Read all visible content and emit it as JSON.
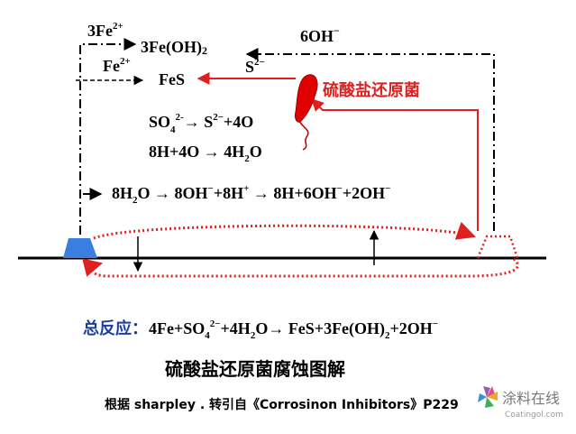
{
  "diagram": {
    "fe2_top": "3Fe",
    "fe2_top_sup": "2+",
    "fe_oh": "3Fe(OH)",
    "fe_oh_sub": "2",
    "oh6": "6OH",
    "oh6_sup": "−",
    "fe2_mid": "Fe",
    "fe2_mid_sup": "2+",
    "fes": "FeS",
    "s2": "S",
    "s2_sup": "2−",
    "bacteria_label": "硫酸盐还原菌",
    "eq1_a": "SO",
    "eq1_sub": "4",
    "eq1_sup": "2-",
    "eq1_b": "→ S",
    "eq1_sup2": "2−",
    "eq1_c": "+4O",
    "eq2_a": "8H+4O → 4H",
    "eq2_sub": "2",
    "eq2_b": "O",
    "eq3_a": "8H",
    "eq3_sub": "2",
    "eq3_b": "O → 8OH",
    "eq3_sup1": "−",
    "eq3_c": "+8H",
    "eq3_sup2": "+",
    "eq3_d": " → 8H+6OH",
    "eq3_sup3": "−",
    "eq3_e": "+2OH",
    "eq3_sup4": "−"
  },
  "total_reaction": {
    "label": "总反应：",
    "a": "4Fe+SO",
    "sub1": "4",
    "sup1": "2−",
    "b": "+4H",
    "sub2": "2",
    "c": "O→ FeS+3Fe(OH)",
    "sub3": "2",
    "d": "+2OH",
    "sup2": "−"
  },
  "caption": "硫酸盐还原菌腐蚀图解",
  "source": {
    "text": "根据 sharpley . 转引自《Corrosinon Inhibitors》P229"
  },
  "watermark": {
    "name": "涂料在线",
    "url": "Coatingol.com"
  },
  "colors": {
    "accent_red": "#e02020",
    "anode_blue": "#3a7fe0",
    "label_blue": "#1a3f9c"
  }
}
